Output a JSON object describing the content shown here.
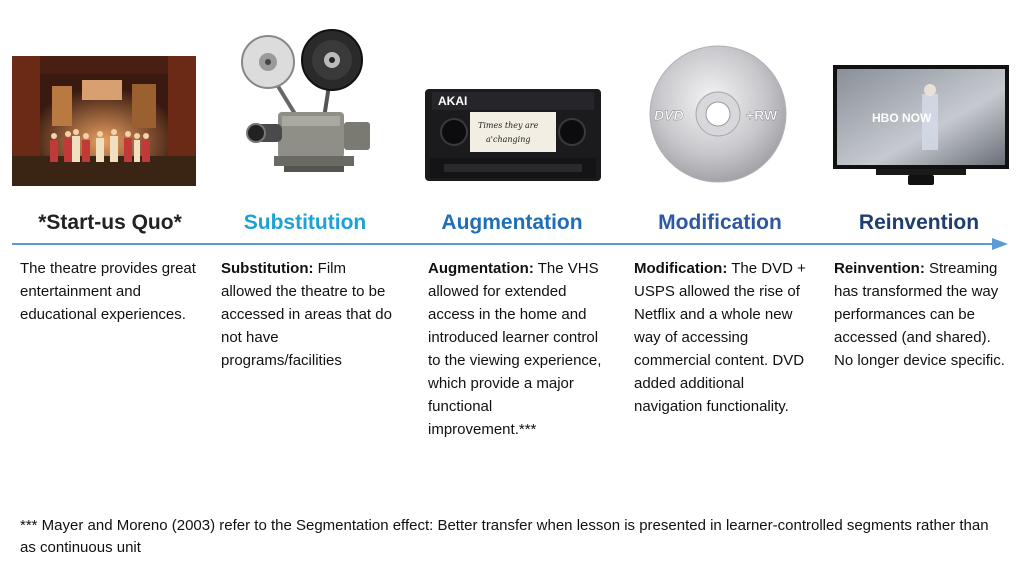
{
  "colors": {
    "start": "#222222",
    "substitution": "#1ea0d8",
    "augmentation": "#1f6fb8",
    "modification": "#2e58a2",
    "reinvention": "#1f3d6e",
    "timeline": "#5b9bd5"
  },
  "images": {
    "theatre": "theatre-stage-photo",
    "projector": "film-projector-photo",
    "vhs": "vhs-cassette-photo",
    "dvd": "dvd-disc-photo",
    "tv": "hbo-now-tv-photo"
  },
  "vhs_label": {
    "brand": "AKAI",
    "tape_text_1": "Times they are",
    "tape_text_2": "a'changing"
  },
  "dvd_label": {
    "logo": "DVD",
    "format": "+RW"
  },
  "tv_label": {
    "logo": "HBO NOW"
  },
  "stages": [
    {
      "heading": "*Start-us Quo*",
      "bold": "",
      "text": "The theatre provides great entertainment and educational experiences."
    },
    {
      "heading": "Substitution",
      "bold": "Substitution:",
      "text": " Film allowed the theatre to be accessed in areas that do not have programs/facilities"
    },
    {
      "heading": "Augmentation",
      "bold": "Augmentation:",
      "text": " The VHS allowed for extended access in the home and introduced learner control to the viewing experience, which provide a major functional improvement.***"
    },
    {
      "heading": "Modification",
      "bold": "Modification:",
      "text": " The DVD + USPS allowed the rise of Netflix and a whole new way of accessing commercial content. DVD added additional navigation functionality."
    },
    {
      "heading": "Reinvention",
      "bold": "Reinvention:",
      "text": " Streaming has transformed the way performances can be accessed (and shared). No longer device specific."
    }
  ],
  "footnote": "*** Mayer and Moreno (2003) refer to the Segmentation effect: Better transfer when lesson is presented in learner-controlled segments rather than as continuous unit"
}
